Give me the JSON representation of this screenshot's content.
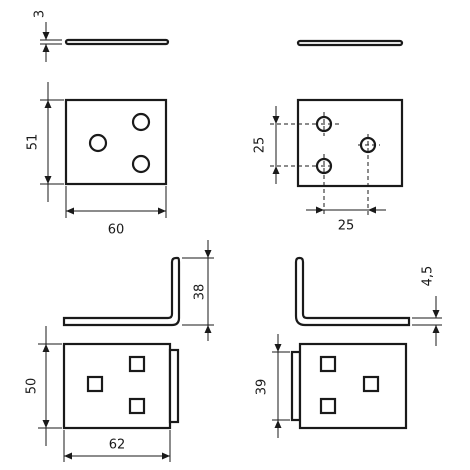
{
  "dimensions": {
    "thickness": "3",
    "height_top_left": "51",
    "width_top_left": "60",
    "hole_spacing_vertical": "25",
    "hole_spacing_horizontal": "25",
    "flange_height_left": "38",
    "height_bottom_left": "50",
    "width_bottom_left": "62",
    "flange_offset_right": "4,5",
    "height_bottom_right": "39"
  },
  "colors": {
    "line": "#1a1a1a",
    "background": "#ffffff"
  }
}
